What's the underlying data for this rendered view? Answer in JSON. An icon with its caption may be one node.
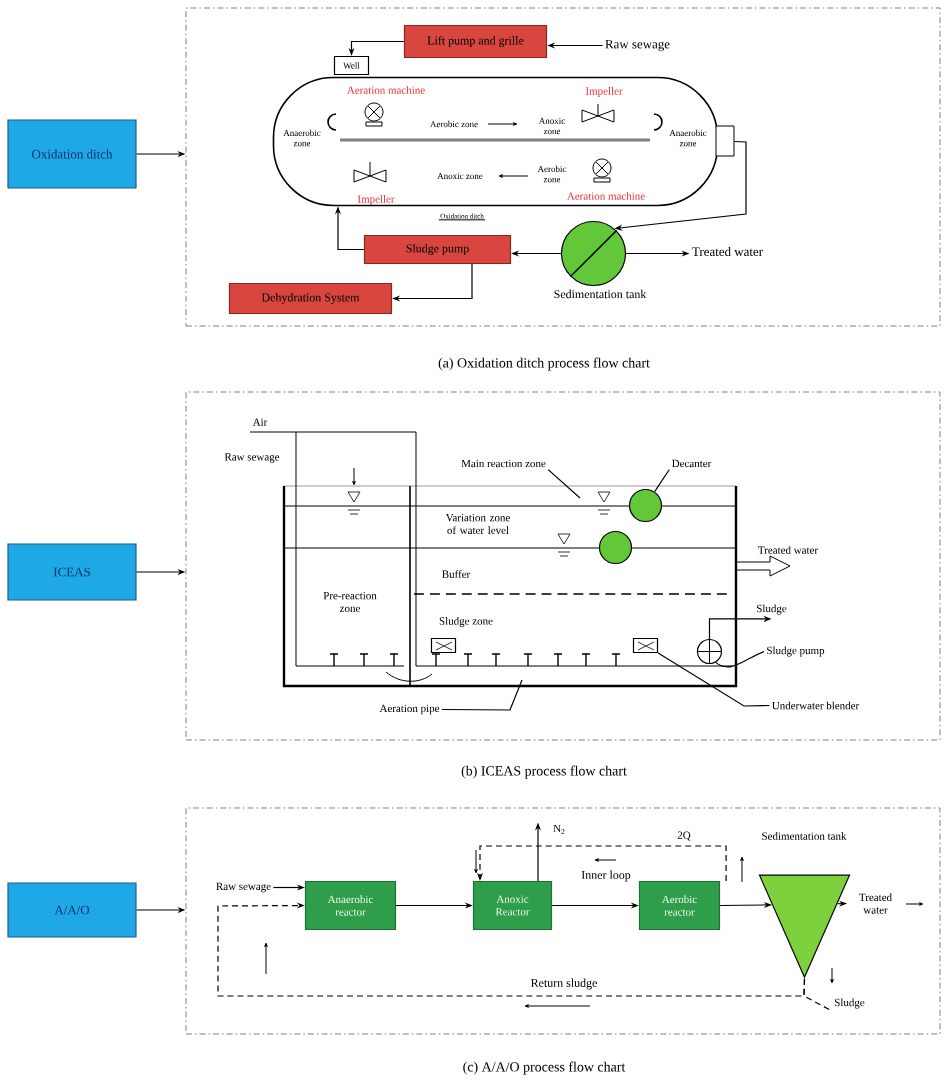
{
  "diagram": {
    "nodes": [
      {
        "text": [
          "Oxidation ditch"
        ]
      },
      {
        "text": [],
        "shape": "box",
        "beside": [
          "(a) Oxidation ditch process flow chart"
        ]
      },
      {
        "text": [
          "Lift pump and  grille"
        ],
        "in": 1
      },
      {
        "text": [
          "Raw sewage"
        ],
        "in": 1
      },
      {
        "text": [
          "Well"
        ],
        "in": 1
      },
      {
        "text": [
          "Oxidation ditch"
        ],
        "in": 1
      },
      {
        "text": [],
        "shape": "circle",
        "in": 1,
        "beside": [
          "Sedimentation tank"
        ]
      },
      {
        "text": [
          "Sludge pump"
        ],
        "in": 1
      },
      {
        "text": [
          "Dehydration System"
        ],
        "in": 1
      },
      {
        "text": [
          "Treated water"
        ],
        "in": 1
      },
      {
        "text": [
          "ICEAS"
        ]
      },
      {
        "text": [],
        "shape": "box",
        "beside": [
          "(b) ICEAS process flow chart"
        ]
      },
      {
        "text": [
          "Main reaction zone"
        ],
        "in": 11
      },
      {
        "text": [
          "Decanter"
        ],
        "in": 11
      },
      {
        "text": [],
        "shape": "circle",
        "in": 11
      },
      {
        "text": [],
        "shape": "circle",
        "in": 11
      },
      {
        "text": [],
        "shape": "circle",
        "in": 11
      },
      {
        "text": [
          "Sludge"
        ],
        "in": 11
      },
      {
        "text": [
          "Sludge pump"
        ],
        "in": 11
      },
      {
        "text": [],
        "shape": "box",
        "in": 11
      },
      {
        "text": [],
        "shape": "box",
        "in": 11
      },
      {
        "text": [
          "Aeration pipe"
        ],
        "in": 11
      },
      {
        "text": [
          "Underwater blender"
        ],
        "in": 11
      },
      {
        "text": [
          "A/A/O"
        ]
      },
      {
        "text": [],
        "shape": "box",
        "beside": [
          "(c) A/A/O process flow chart"
        ]
      },
      {
        "text": [
          "Raw sewage"
        ],
        "in": 24
      },
      {
        "text": [
          "Anaerobic reactor"
        ],
        "in": 24
      },
      {
        "text": [
          "Anoxic Reactor"
        ],
        "in": 24
      },
      {
        "text": [
          "Aerobic reactor"
        ],
        "in": 24
      },
      {
        "text": [],
        "shape": "triangle",
        "in": 24,
        "beside": [
          "Sedimentation tank"
        ]
      },
      {
        "text": [
          "Treated water"
        ],
        "in": 24
      },
      {
        "text": [
          "N$_{2}$"
        ],
        "in": 24
      },
      {
        "text": [
          "Sludge"
        ],
        "in": 24
      }
    ],
    "edges": [
      {
        "from": 0,
        "to": 1,
        "arrow": "to"
      },
      {
        "from": 3,
        "to": 2,
        "arrow": "to"
      },
      {
        "from": 2,
        "to": 4,
        "arrow": "to"
      },
      {
        "from": 5,
        "to": 6,
        "arrow": "to"
      },
      {
        "from": 6,
        "to": 9,
        "arrow": "to"
      },
      {
        "from": 6,
        "to": 7,
        "arrow": "to"
      },
      {
        "from": 7,
        "to": 5,
        "arrow": "to"
      },
      {
        "from": 7,
        "to": 8,
        "arrow": "to"
      },
      {
        "from": 10,
        "to": 11,
        "arrow": "to"
      },
      {
        "from": 12,
        "to": null,
        "arrow": "none"
      },
      {
        "from": 13,
        "to": 14,
        "arrow": "none"
      },
      {
        "from": 16,
        "to": 17,
        "arrow": "to"
      },
      {
        "from": 18,
        "to": 16,
        "arrow": "none"
      },
      {
        "from": 21,
        "to": null,
        "arrow": "none"
      },
      {
        "from": 22,
        "to": 20,
        "arrow": "none"
      },
      {
        "from": 23,
        "to": 24,
        "arrow": "to"
      },
      {
        "from": 25,
        "to": 26,
        "arrow": "to"
      },
      {
        "from": 26,
        "to": 27,
        "arrow": "to"
      },
      {
        "from": 27,
        "to": 28,
        "arrow": "to"
      },
      {
        "from": 28,
        "to": 29,
        "arrow": "to"
      },
      {
        "from": 29,
        "to": 30,
        "arrow": "to",
        "style": "dashed"
      },
      {
        "from": 27,
        "to": 31,
        "arrow": "to"
      },
      {
        "from": 28,
        "to": 27,
        "arrow": "to",
        "style": "dashed",
        "label": "Inner loop"
      },
      {
        "from": 29,
        "to": 26,
        "arrow": "to",
        "style": "dashed",
        "label": "Return sludge"
      },
      {
        "from": 29,
        "to": 32,
        "arrow": "none",
        "style": "dashed"
      }
    ],
    "labels": [
      "Aeration machine",
      "Impeller",
      "Anaerobic zone",
      "Aerobic zone",
      "Anoxic zone",
      "Anaerobic zone",
      "Impeller",
      "Anoxic zone",
      "Aerobic zone",
      "Aeration machine",
      "Air",
      "Raw sewage",
      "Variation zone of water level",
      "Treated water",
      "Buffer",
      "Pre-reaction zone",
      "Sludge zone",
      "2Q"
    ]
  }
}
